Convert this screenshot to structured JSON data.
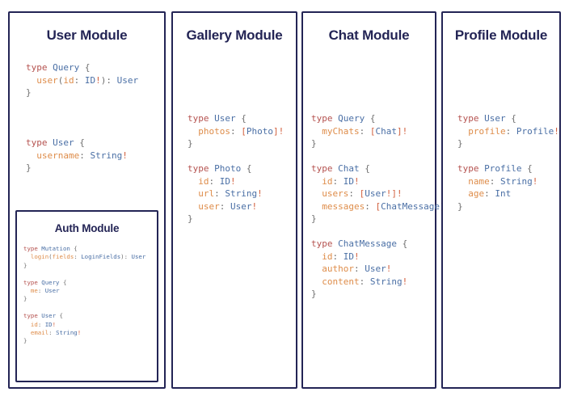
{
  "diagram": {
    "type": "graphql-schema-module-map",
    "background": "#ffffff",
    "border_color": "#232455",
    "title_color": "#232455",
    "syntax_colors": {
      "keyword": "#b5524f",
      "type_name": "#4a6fa5",
      "field_name": "#de8c49",
      "punctuation": "#6f6f6f",
      "non_null_bang": "#d2603e",
      "brackets": "#d2603e"
    }
  },
  "modules": [
    {
      "id": "user",
      "title": "User Module",
      "code_blocks": [
        {
          "lines": [
            [
              {
                "t": "type ",
                "c": "kw"
              },
              {
                "t": "Query",
                "c": "tname"
              },
              {
                "t": " {",
                "c": "punct"
              }
            ],
            [
              {
                "t": "  user",
                "c": "field"
              },
              {
                "t": "(",
                "c": "punct"
              },
              {
                "t": "id",
                "c": "field"
              },
              {
                "t": ": ",
                "c": "punct"
              },
              {
                "t": "ID",
                "c": "tname"
              },
              {
                "t": "!",
                "c": "bang"
              },
              {
                "t": "): ",
                "c": "punct"
              },
              {
                "t": "User",
                "c": "tname"
              }
            ],
            [
              {
                "t": "}",
                "c": "punct"
              }
            ],
            [
              {
                "t": "",
                "c": "punct"
              }
            ],
            [
              {
                "t": "",
                "c": "punct"
              }
            ],
            [
              {
                "t": "",
                "c": "punct"
              }
            ],
            [
              {
                "t": "type ",
                "c": "kw"
              },
              {
                "t": "User",
                "c": "tname"
              },
              {
                "t": " {",
                "c": "punct"
              }
            ],
            [
              {
                "t": "  username",
                "c": "field"
              },
              {
                "t": ": ",
                "c": "punct"
              },
              {
                "t": "String",
                "c": "tname"
              },
              {
                "t": "!",
                "c": "bang"
              }
            ],
            [
              {
                "t": "}",
                "c": "punct"
              }
            ]
          ]
        }
      ],
      "nested": {
        "id": "auth",
        "title": "Auth Module",
        "lines": [
          [
            {
              "t": "type ",
              "c": "kw"
            },
            {
              "t": "Mutation",
              "c": "tname"
            },
            {
              "t": " {",
              "c": "punct"
            }
          ],
          [
            {
              "t": "  login",
              "c": "field"
            },
            {
              "t": "(",
              "c": "punct"
            },
            {
              "t": "fields",
              "c": "field"
            },
            {
              "t": ": ",
              "c": "punct"
            },
            {
              "t": "LoginFields",
              "c": "tname"
            },
            {
              "t": "): ",
              "c": "punct"
            },
            {
              "t": "User",
              "c": "tname"
            }
          ],
          [
            {
              "t": "}",
              "c": "punct"
            }
          ],
          [
            {
              "t": "",
              "c": "punct"
            }
          ],
          [
            {
              "t": "type ",
              "c": "kw"
            },
            {
              "t": "Query",
              "c": "tname"
            },
            {
              "t": " {",
              "c": "punct"
            }
          ],
          [
            {
              "t": "  me",
              "c": "field"
            },
            {
              "t": ": ",
              "c": "punct"
            },
            {
              "t": "User",
              "c": "tname"
            }
          ],
          [
            {
              "t": "}",
              "c": "punct"
            }
          ],
          [
            {
              "t": "",
              "c": "punct"
            }
          ],
          [
            {
              "t": "type ",
              "c": "kw"
            },
            {
              "t": "User",
              "c": "tname"
            },
            {
              "t": " {",
              "c": "punct"
            }
          ],
          [
            {
              "t": "  id",
              "c": "field"
            },
            {
              "t": ": ",
              "c": "punct"
            },
            {
              "t": "ID",
              "c": "tname"
            },
            {
              "t": "!",
              "c": "bang"
            }
          ],
          [
            {
              "t": "  email",
              "c": "field"
            },
            {
              "t": ": ",
              "c": "punct"
            },
            {
              "t": "String",
              "c": "tname"
            },
            {
              "t": "!",
              "c": "bang"
            }
          ],
          [
            {
              "t": "}",
              "c": "punct"
            }
          ]
        ]
      }
    },
    {
      "id": "gallery",
      "title": "Gallery Module",
      "code_blocks": [
        {
          "lines": [
            [
              {
                "t": "type ",
                "c": "kw"
              },
              {
                "t": "User",
                "c": "tname"
              },
              {
                "t": " {",
                "c": "punct"
              }
            ],
            [
              {
                "t": "  photos",
                "c": "field"
              },
              {
                "t": ": ",
                "c": "punct"
              },
              {
                "t": "[",
                "c": "brk"
              },
              {
                "t": "Photo",
                "c": "tname"
              },
              {
                "t": "]",
                "c": "brk"
              },
              {
                "t": "!",
                "c": "bang"
              }
            ],
            [
              {
                "t": "}",
                "c": "punct"
              }
            ],
            [
              {
                "t": "",
                "c": "punct"
              }
            ],
            [
              {
                "t": "type ",
                "c": "kw"
              },
              {
                "t": "Photo",
                "c": "tname"
              },
              {
                "t": " {",
                "c": "punct"
              }
            ],
            [
              {
                "t": "  id",
                "c": "field"
              },
              {
                "t": ": ",
                "c": "punct"
              },
              {
                "t": "ID",
                "c": "tname"
              },
              {
                "t": "!",
                "c": "bang"
              }
            ],
            [
              {
                "t": "  url",
                "c": "field"
              },
              {
                "t": ": ",
                "c": "punct"
              },
              {
                "t": "String",
                "c": "tname"
              },
              {
                "t": "!",
                "c": "bang"
              }
            ],
            [
              {
                "t": "  user",
                "c": "field"
              },
              {
                "t": ": ",
                "c": "punct"
              },
              {
                "t": "User",
                "c": "tname"
              },
              {
                "t": "!",
                "c": "bang"
              }
            ],
            [
              {
                "t": "}",
                "c": "punct"
              }
            ]
          ]
        }
      ],
      "nested": null
    },
    {
      "id": "chat",
      "title": "Chat Module",
      "code_blocks": [
        {
          "lines": [
            [
              {
                "t": "type ",
                "c": "kw"
              },
              {
                "t": "Query",
                "c": "tname"
              },
              {
                "t": " {",
                "c": "punct"
              }
            ],
            [
              {
                "t": "  myChats",
                "c": "field"
              },
              {
                "t": ": ",
                "c": "punct"
              },
              {
                "t": "[",
                "c": "brk"
              },
              {
                "t": "Chat",
                "c": "tname"
              },
              {
                "t": "]",
                "c": "brk"
              },
              {
                "t": "!",
                "c": "bang"
              }
            ],
            [
              {
                "t": "}",
                "c": "punct"
              }
            ],
            [
              {
                "t": "",
                "c": "punct"
              }
            ],
            [
              {
                "t": "type ",
                "c": "kw"
              },
              {
                "t": "Chat",
                "c": "tname"
              },
              {
                "t": " {",
                "c": "punct"
              }
            ],
            [
              {
                "t": "  id",
                "c": "field"
              },
              {
                "t": ": ",
                "c": "punct"
              },
              {
                "t": "ID",
                "c": "tname"
              },
              {
                "t": "!",
                "c": "bang"
              }
            ],
            [
              {
                "t": "  users",
                "c": "field"
              },
              {
                "t": ": ",
                "c": "punct"
              },
              {
                "t": "[",
                "c": "brk"
              },
              {
                "t": "User",
                "c": "tname"
              },
              {
                "t": "!",
                "c": "bang"
              },
              {
                "t": "]",
                "c": "brk"
              },
              {
                "t": "!",
                "c": "bang"
              }
            ],
            [
              {
                "t": "  messages",
                "c": "field"
              },
              {
                "t": ": ",
                "c": "punct"
              },
              {
                "t": "[",
                "c": "brk"
              },
              {
                "t": "ChatMessage",
                "c": "tname"
              },
              {
                "t": "]",
                "c": "brk"
              },
              {
                "t": "!",
                "c": "bang"
              }
            ],
            [
              {
                "t": "}",
                "c": "punct"
              }
            ],
            [
              {
                "t": "",
                "c": "punct"
              }
            ],
            [
              {
                "t": "type ",
                "c": "kw"
              },
              {
                "t": "ChatMessage",
                "c": "tname"
              },
              {
                "t": " {",
                "c": "punct"
              }
            ],
            [
              {
                "t": "  id",
                "c": "field"
              },
              {
                "t": ": ",
                "c": "punct"
              },
              {
                "t": "ID",
                "c": "tname"
              },
              {
                "t": "!",
                "c": "bang"
              }
            ],
            [
              {
                "t": "  author",
                "c": "field"
              },
              {
                "t": ": ",
                "c": "punct"
              },
              {
                "t": "User",
                "c": "tname"
              },
              {
                "t": "!",
                "c": "bang"
              }
            ],
            [
              {
                "t": "  content",
                "c": "field"
              },
              {
                "t": ": ",
                "c": "punct"
              },
              {
                "t": "String",
                "c": "tname"
              },
              {
                "t": "!",
                "c": "bang"
              }
            ],
            [
              {
                "t": "}",
                "c": "punct"
              }
            ]
          ]
        }
      ],
      "nested": null
    },
    {
      "id": "profile",
      "title": "Profile Module",
      "code_blocks": [
        {
          "lines": [
            [
              {
                "t": "type ",
                "c": "kw"
              },
              {
                "t": "User",
                "c": "tname"
              },
              {
                "t": " {",
                "c": "punct"
              }
            ],
            [
              {
                "t": "  profile",
                "c": "field"
              },
              {
                "t": ": ",
                "c": "punct"
              },
              {
                "t": "Profile",
                "c": "tname"
              },
              {
                "t": "!",
                "c": "bang"
              }
            ],
            [
              {
                "t": "}",
                "c": "punct"
              }
            ],
            [
              {
                "t": "",
                "c": "punct"
              }
            ],
            [
              {
                "t": "type ",
                "c": "kw"
              },
              {
                "t": "Profile",
                "c": "tname"
              },
              {
                "t": " {",
                "c": "punct"
              }
            ],
            [
              {
                "t": "  name",
                "c": "field"
              },
              {
                "t": ": ",
                "c": "punct"
              },
              {
                "t": "String",
                "c": "tname"
              },
              {
                "t": "!",
                "c": "bang"
              }
            ],
            [
              {
                "t": "  age",
                "c": "field"
              },
              {
                "t": ": ",
                "c": "punct"
              },
              {
                "t": "Int",
                "c": "tname"
              }
            ],
            [
              {
                "t": "}",
                "c": "punct"
              }
            ]
          ]
        }
      ],
      "nested": null
    }
  ]
}
